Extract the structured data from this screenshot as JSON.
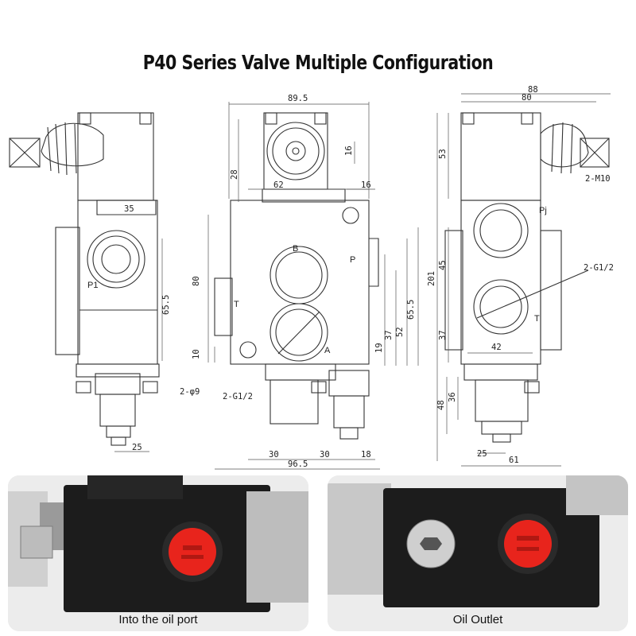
{
  "title": "P40 Series Valve Multiple Configuration",
  "left_view": {
    "dims": {
      "d35": "35",
      "d65_5": "65.5",
      "d25": "25"
    },
    "labels": {
      "p1": "P1"
    }
  },
  "center_view": {
    "dims": {
      "d89_5": "89.5",
      "d16_top": "16",
      "d28": "28",
      "d62": "62",
      "d16_right": "16",
      "d80": "80",
      "d10": "10",
      "d65_5": "65.5",
      "d52": "52",
      "d37": "37",
      "d19": "19",
      "d30_left": "30",
      "d30_right": "30",
      "d18": "18",
      "d96_5": "96.5"
    },
    "labels": {
      "b": "B",
      "p": "P",
      "t": "T",
      "a": "A",
      "hole_spec": "2-φ9",
      "port_spec": "2-G1/2"
    }
  },
  "right_view": {
    "dims": {
      "d88": "88",
      "d80": "80",
      "d53": "53",
      "d201": "201",
      "d45": "45",
      "d37": "37",
      "d42": "42",
      "d36": "36",
      "d48": "48",
      "d25": "25",
      "d61": "61"
    },
    "labels": {
      "pj": "Pj",
      "t": "T",
      "port_spec": "2-G1/2",
      "thread_spec": "2-M10"
    }
  },
  "photos": {
    "left_caption": "Into the oil port",
    "right_caption": "Oil Outlet"
  },
  "colors": {
    "plug_red": "#e8241c",
    "body_dark": "#1c1c1c",
    "metal": "#c9c9c9"
  }
}
